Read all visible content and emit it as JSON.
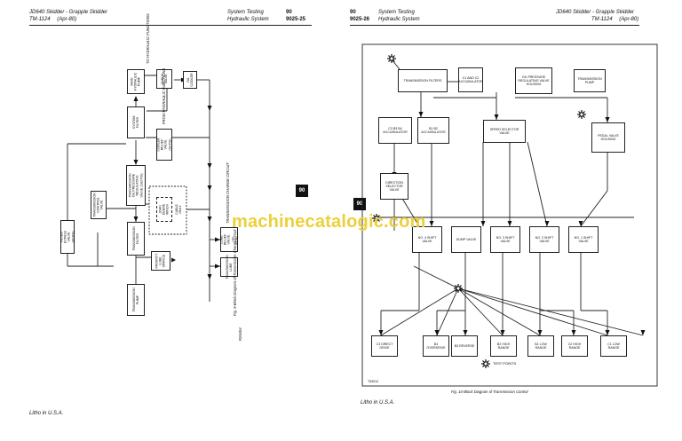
{
  "left_page": {
    "header_title": "JD640 Skidder - Grapple Skidder",
    "header_tm": "TM-1124",
    "header_date": "(Apr-80)",
    "header_section": "System Testing",
    "header_subsection": "Hydraulic System",
    "header_group": "90",
    "header_page": "9025-25",
    "tab": "90",
    "footer": "Litho in U.S.A.",
    "figure_caption": "Fig. 9-Block Diagram of Transmission Charge Circuit",
    "figure_title": "TRANSMISSION CHARGE CIRCUIT",
    "figure_id": "R26454",
    "blocks": {
      "filter_bypass": "FILTER BYPASS VALVE (80 PSI)",
      "trans_pump": "TRANSMISSION PUMP",
      "priority_orifice": "PRIORITY LUBE ORIFICE",
      "trans_filter": "TRANSMISSION FILTER",
      "trans_control": "TRANSMISSION CONTROL VALVE",
      "john_deere_winch": "JOHN DEERE WINCH",
      "cable_only": "CABLE ONLY",
      "regulating_valve": "TRANSMISSION OIL PRESSURE REGULATING VALVE (180 PSI)",
      "system_filter": "SYSTEM FILTER",
      "cooler_relief": "COOLER RELIEF VALVE (60 PSI)",
      "main_hyd_pump": "MAIN HYDRAULIC PUMP",
      "check_valve": "CHECK VALVE",
      "oil_cooler": "OIL COOLER",
      "lube_relief": "LUBE RELIEF VALVE (20 PSI)",
      "trans_lube": "TRANSMISSION LUBE"
    },
    "labels": {
      "to_hyd_functions": "TO HYDRAULIC FUNCTIONS",
      "from_hyd_functions": "FROM HYDRAULIC FUNCTIONS"
    }
  },
  "right_page": {
    "header_group": "90",
    "header_page": "9025-26",
    "header_section": "System Testing",
    "header_subsection": "Hydraulic System",
    "header_title": "JD640 Skidder - Grapple Skidder",
    "header_tm": "TM-1124",
    "header_date": "(Apr-80)",
    "tab": "90",
    "footer": "Litho in U.S.A.",
    "figure_caption": "Fig. 10-Block Diagram of Transmission Control",
    "figure_id": "T53010",
    "test_points": "TEST POINTS",
    "blocks": {
      "trans_filters": "TRANSMISSION FILTERS",
      "c1c2_accum": "C1 AND C2 ACCUMULATOR",
      "oil_reg_valve": "OIL PRESSURE REGULATING VALVE HOUSING",
      "trans_pump": "TRANSMISSION PUMP",
      "c3b3b4_accum": "C3 B3 B4 ACCUMULATOR",
      "b1b2_accum": "B1 B2 ACCUMULATOR",
      "speed_selector": "SPEED SELECTOR VALVE",
      "pedal_valve": "PEDAL VALVE HOUSING",
      "direction_selector": "DIRECTION SELECTOR VALVE",
      "shift4": "NO. 4 SHIFT VALVE",
      "dump": "DUMP VALVE",
      "shift3": "NO. 3 SHIFT VALVE",
      "shift2": "NO. 2 SHIFT VALVE",
      "shift1": "NO. 1 SHIFT VALVE",
      "c3": "C3 DIRECT DRIVE",
      "b4": "B4 OVERDRIVE",
      "b3": "B3 REVERSE",
      "b2": "B2 HIGH RANGE",
      "b1": "B1 LOW RANGE",
      "c2": "C2 HIGH RANGE",
      "c1": "C1 LOW RANGE"
    }
  },
  "watermark": "machinecatalogic.com"
}
